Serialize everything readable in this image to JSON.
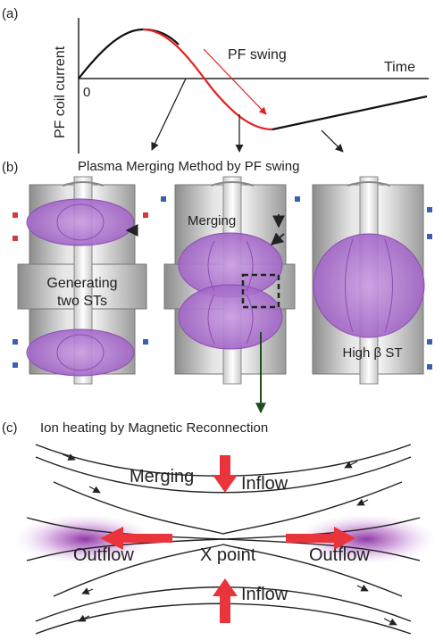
{
  "panel_a": {
    "label": "(a)",
    "ylabel": "PF coil current",
    "xlabel": "Time",
    "origin": "0",
    "swing_label": "PF swing"
  },
  "panel_b": {
    "label": "(b)",
    "title": "Plasma Merging Method by PF swing",
    "left_caption_line1": "Generating",
    "left_caption_line2": "two STs",
    "middle_caption": "Merging",
    "right_caption": "High β ST"
  },
  "panel_c": {
    "label": "(c)",
    "title": "Ion heating by Magnetic Reconnection",
    "merging": "Merging",
    "inflow_top": "Inflow",
    "inflow_bottom": "Inflow",
    "outflow_left": "Outflow",
    "outflow_right": "Outflow",
    "x_point": "X point"
  },
  "colors": {
    "plasma": "#b07ad0",
    "arrow_red": "#e8343a",
    "curve_red": "#e32222",
    "dark_green": "#1f4d1f",
    "steel": "#bdbdbd"
  }
}
